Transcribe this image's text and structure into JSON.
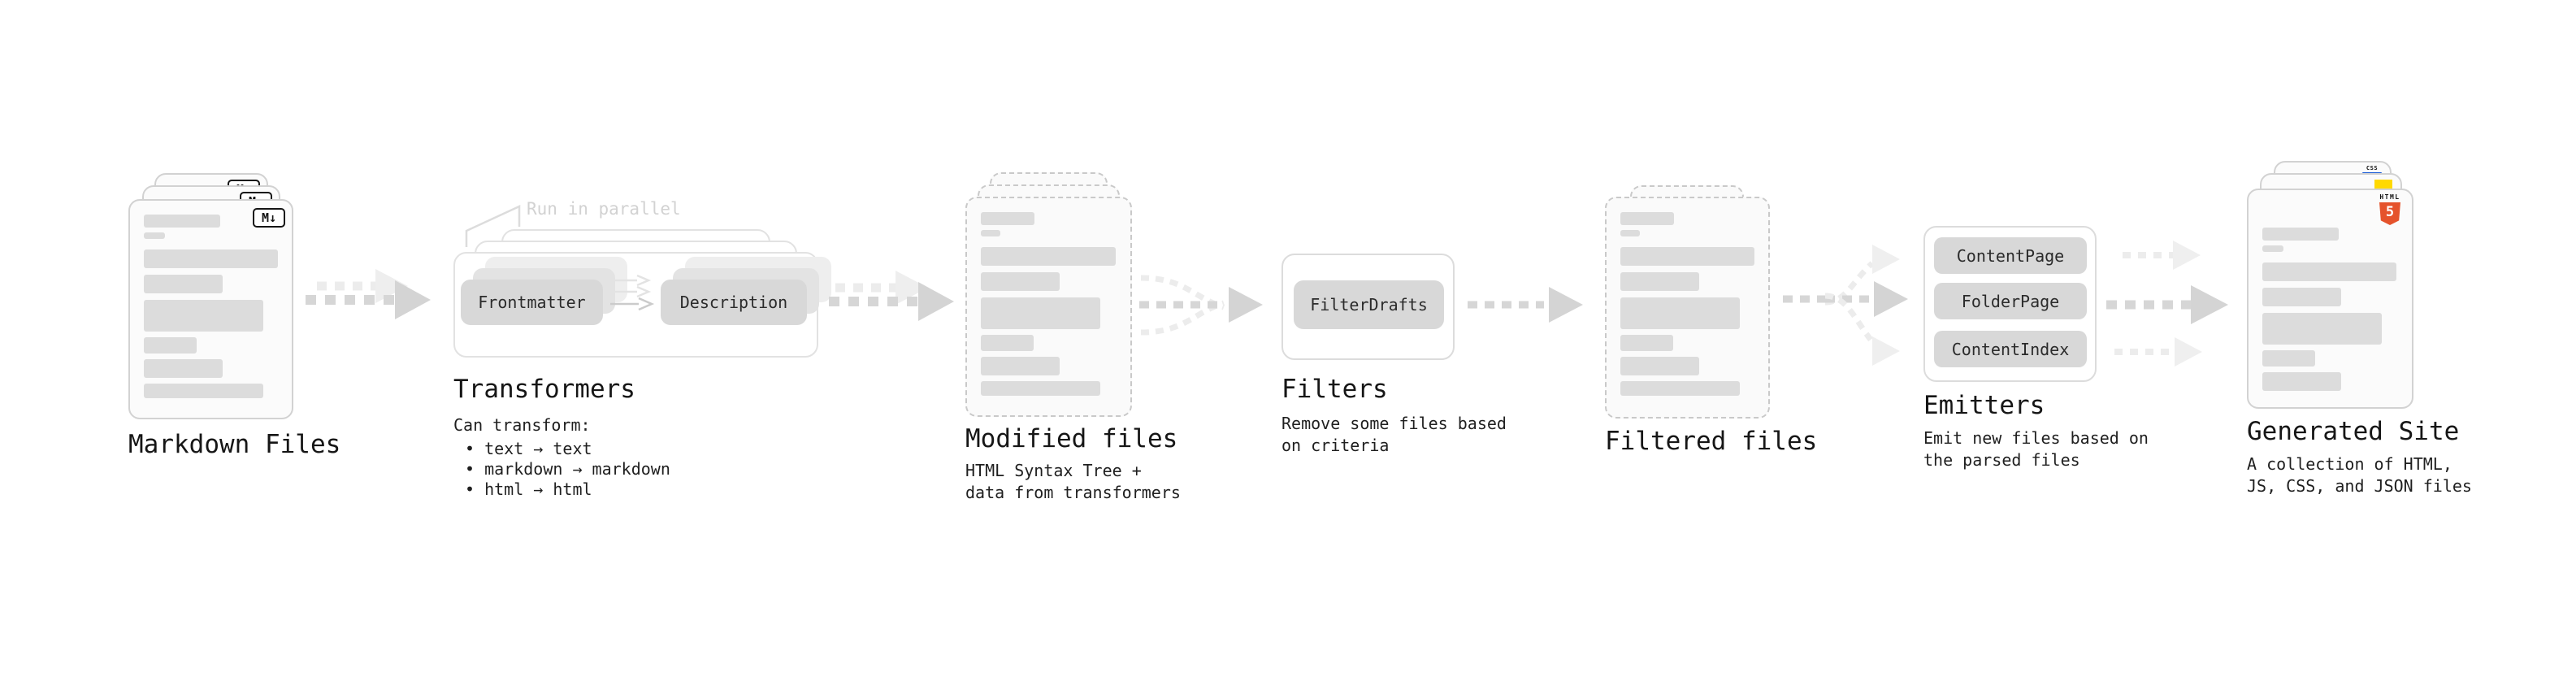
{
  "diagram": {
    "stages": {
      "markdown_files": {
        "label": "Markdown Files"
      },
      "transformers": {
        "label": "Transformers",
        "annotation": "Run in parallel",
        "plugin_a": "Frontmatter",
        "plugin_b": "Description",
        "desc_title": "Can transform:",
        "bullet_1": "• text → text",
        "bullet_2": "• markdown → markdown",
        "bullet_3": "• html → html"
      },
      "modified_files": {
        "label": "Modified files",
        "desc_line_1": "HTML Syntax Tree +",
        "desc_line_2": "data from transformers"
      },
      "filters": {
        "label": "Filters",
        "plugin": "FilterDrafts",
        "desc_line_1": "Remove some files based",
        "desc_line_2": "on criteria"
      },
      "filtered_files": {
        "label": "Filtered files"
      },
      "emitters": {
        "label": "Emitters",
        "plugin_1": "ContentPage",
        "plugin_2": "FolderPage",
        "plugin_3": "ContentIndex",
        "desc_line_1": "Emit new files based on",
        "desc_line_2": "the parsed files"
      },
      "generated_site": {
        "label": "Generated Site",
        "desc_line_1": "A collection of HTML,",
        "desc_line_2": "JS, CSS, and JSON files"
      }
    },
    "icons": {
      "markdown_badge": "M↓",
      "css_badge": "CSS",
      "html5_label": "HTML",
      "html5_number": "5"
    },
    "colors": {
      "html5_orange": "#e5532c",
      "js_yellow": "#ffd900",
      "css_blue": "#1558d6",
      "arrow_dark_gray": "#d4d4d4",
      "arrow_light_gray": "#ececec",
      "bar_gray": "#dcdcdc",
      "pill_gray": "#d8d8d8",
      "annotation_gray": "#d2d2d2"
    }
  }
}
